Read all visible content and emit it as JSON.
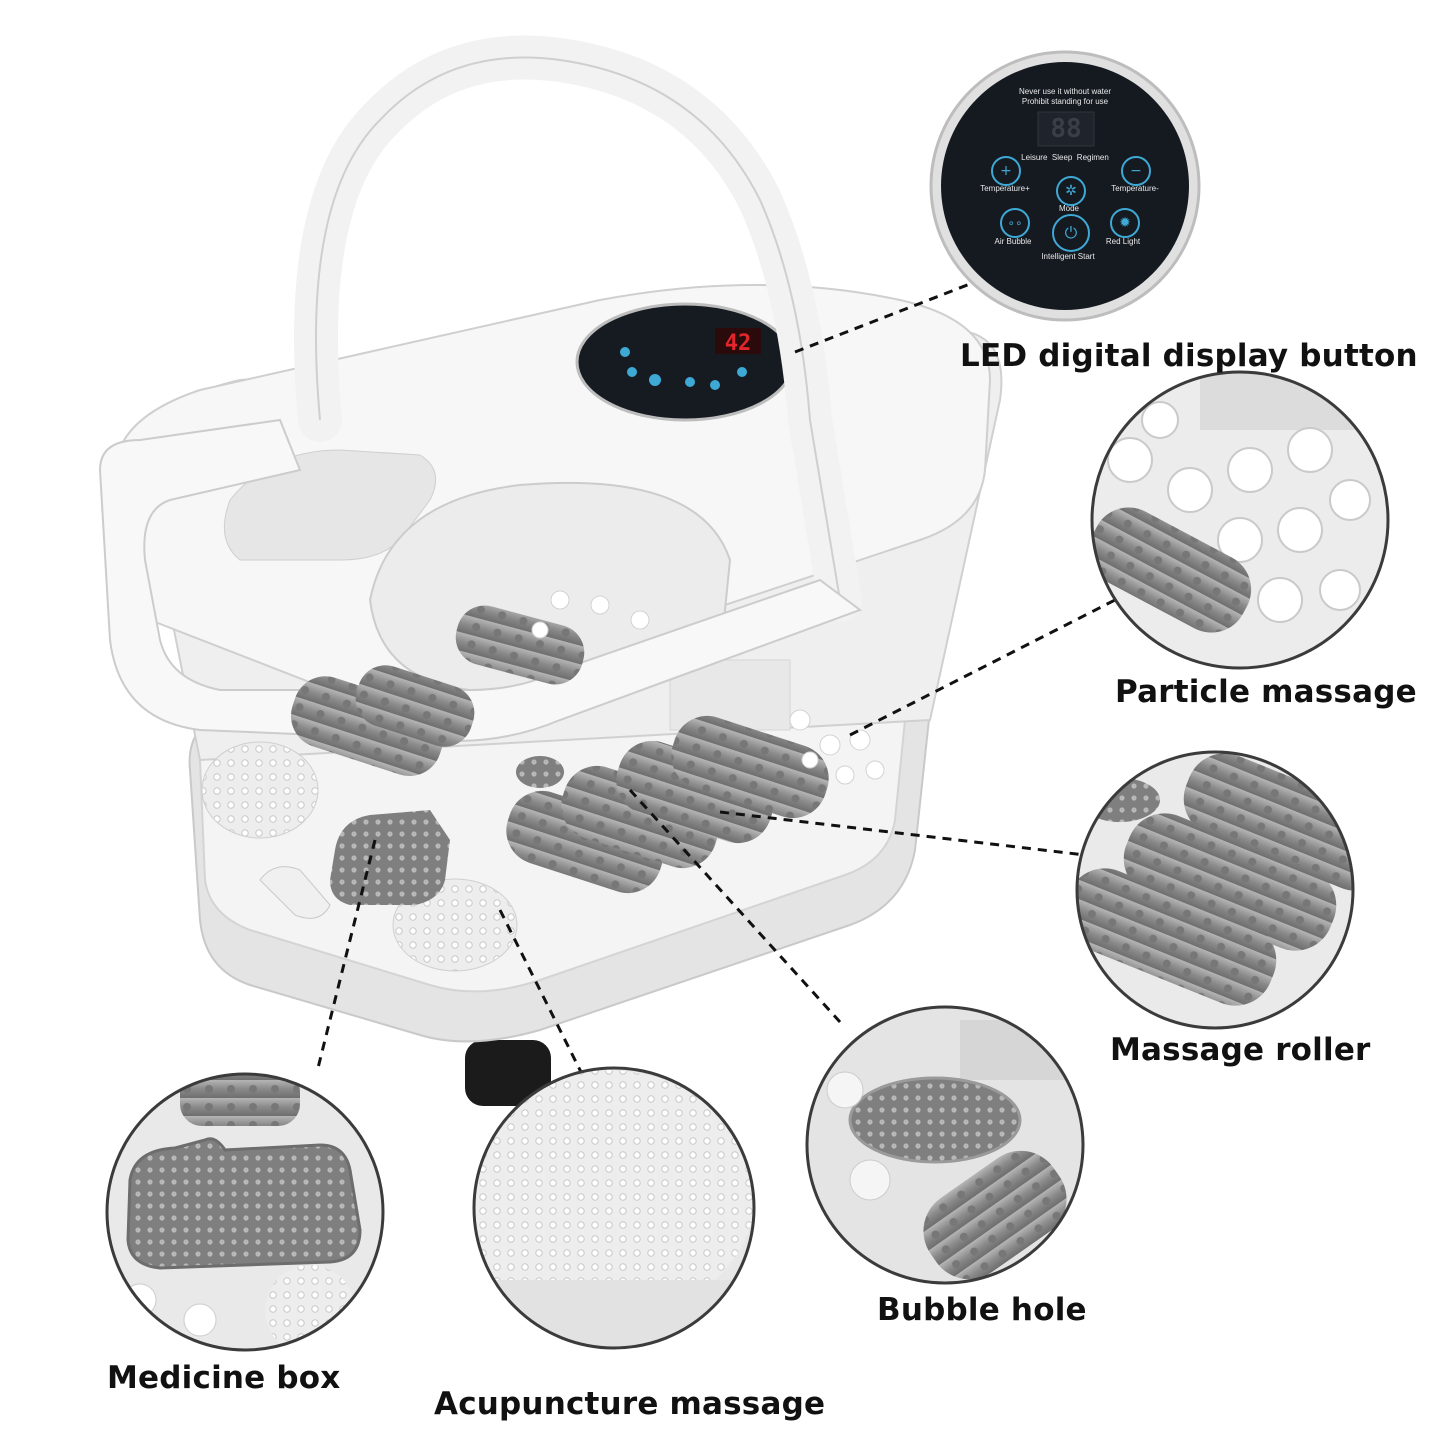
{
  "callouts": {
    "led": "LED digital display button",
    "particle": "Particle massage",
    "roller": "Massage roller",
    "bubble": "Bubble hole",
    "medicine": "Medicine box",
    "acupuncture": "Acupuncture massage"
  },
  "panel": {
    "warning_line1": "Never use it without water",
    "warning_line2": "Prohibit standing for use",
    "display_value": "88",
    "small_display_value": "42",
    "modes": [
      "Leisure",
      "Sleep",
      "Regimen"
    ],
    "buttons": {
      "temp_plus": "Temperature+",
      "temp_minus": "Temperature-",
      "mode": "Mode",
      "air_bubble": "Air Bubble",
      "red_light": "Red Light",
      "intelligent_start": "Intelligent Start"
    }
  },
  "colors": {
    "body": "#f3f3f3",
    "roller": "#8e8e8e",
    "panel": "#161b22",
    "led": "#e1262c",
    "accent_icon": "#3fa9d6"
  }
}
